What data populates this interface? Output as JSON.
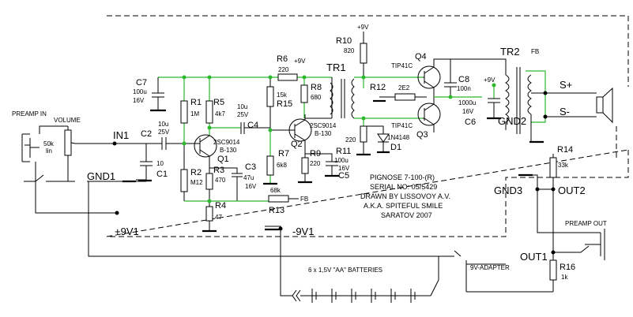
{
  "labels": {
    "preamp_in": "PREAMP IN",
    "volume": "VOLUME",
    "pot": "50k",
    "pot_taper": "lin",
    "in1": "IN1",
    "gnd1": "GND1",
    "plus9v1": "+9V1",
    "minus9v1": "-9V1",
    "c2": "C2",
    "c2_val": "10u",
    "c2_v": "25V",
    "c1": "C1",
    "c1_val": "10",
    "c7": "C7",
    "c7_val": "100u",
    "c7_v": "16V",
    "r1": "R1",
    "r1_val": "1M",
    "r2": "R2",
    "r2_val": "M12",
    "r3": "R3",
    "r3_val": "470",
    "r4": "R4",
    "r4_val": "47",
    "r5": "R5",
    "r5_val": "4k7",
    "c3": "C3",
    "c3_val": "47u",
    "c3_v": "16V",
    "q1": "Q1",
    "q1_type": "2SC9014",
    "q1_grade": "B-130",
    "c4": "C4",
    "c4_val": "10u",
    "c4_v": "25V",
    "r6": "R6",
    "r6_val": "220",
    "r6_v": "+9V",
    "r15": "R15",
    "r15_val": "15k",
    "r7": "R7",
    "r7_val": "6k8",
    "r8": "R8",
    "r8_val": "680",
    "r9": "R9",
    "r9_val": "220",
    "c5": "C5",
    "c5_val": "100u",
    "c5_v": "16V",
    "q2": "Q2",
    "q2_type": "2SC9014",
    "q2_grade": "B-130",
    "r13": "R13",
    "r13_val": "68k",
    "fb": "FB",
    "tr1": "TR1",
    "r10": "R10",
    "r10_val": "820",
    "r10_v": "+9V",
    "r12": "R12",
    "r12_val": "2E2",
    "r11": "R11",
    "r11_val": "220",
    "d1": "D1",
    "d1_type": "1N4148",
    "q3": "Q3",
    "q3_type": "TIP41C",
    "q4": "Q4",
    "q4_type": "TIP41C",
    "c8": "C8",
    "c8_val": "100n",
    "c6": "C6",
    "c6_val": "1000u",
    "c6_v": "16V",
    "c6_plus": "+9V",
    "tr2": "TR2",
    "tr2_fb": "FB",
    "gnd2": "GND2",
    "s_plus": "S+",
    "s_minus": "S-",
    "r14": "R14",
    "r14_val": "33k",
    "gnd3": "GND3",
    "out2": "OUT2",
    "preamp_out": "PREAMP OUT",
    "out1": "OUT1",
    "r16": "R16",
    "r16_val": "1k",
    "adapter": "9V-ADAPTER",
    "batteries": "6 x 1,5V \"AA\" BATTERIES"
  },
  "info_block": [
    "PIGNOSE 7-100-(R)",
    "SERIAL NO: 05/5429",
    "DRAWN BY LISSOVOY A.V.",
    "A.K.A. SPITEFUL SMILE",
    "SARATOV 2007"
  ],
  "colors": {
    "wire": "#000000",
    "net": "#2db82d",
    "background": "#ffffff"
  }
}
